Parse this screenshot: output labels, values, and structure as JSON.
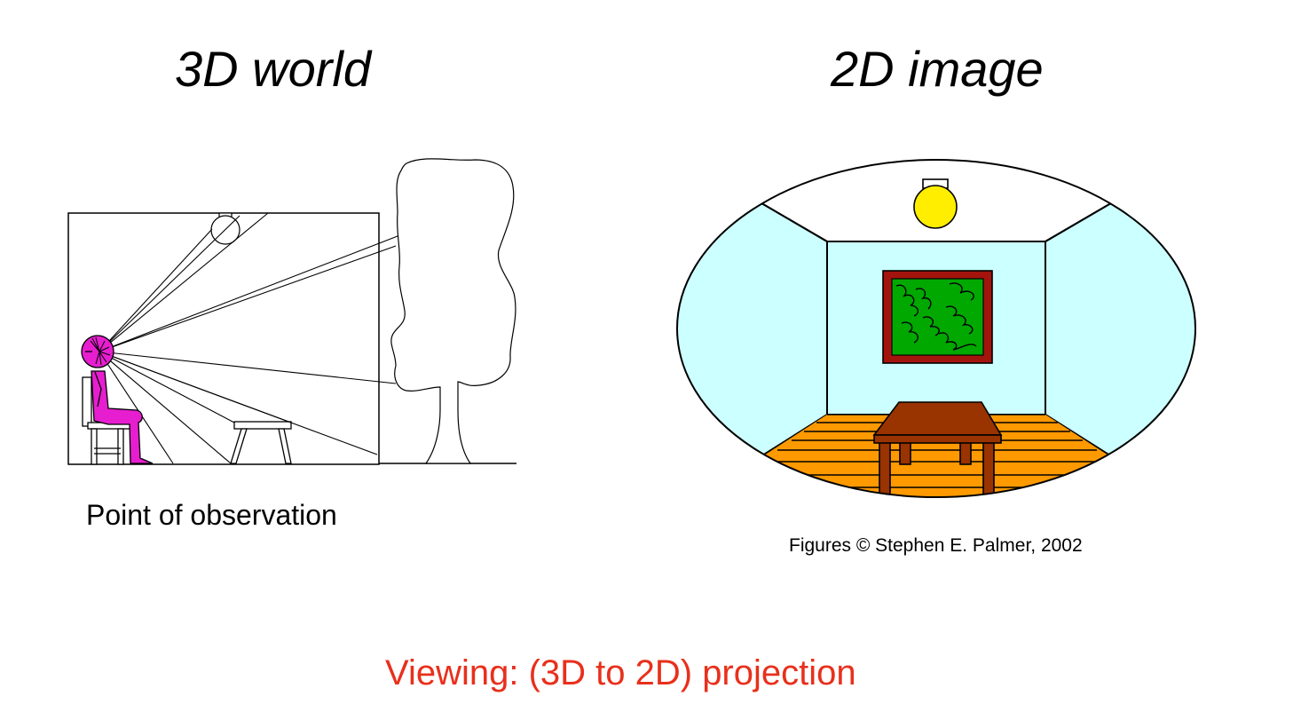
{
  "titles": {
    "left": "3D world",
    "right": "2D image"
  },
  "captions": {
    "left": "Point of observation",
    "credit": "Figures © Stephen E. Palmer, 2002",
    "bottom": "Viewing: (3D to 2D) projection"
  },
  "colors": {
    "person": "#e61ecf",
    "wall": "#ccffff",
    "floor": "#ff9900",
    "lamp": "#ffee00",
    "painting_frame": "#a3140c",
    "painting_canvas": "#00a800",
    "table": "#993300",
    "caption_red": "#e8301c"
  }
}
